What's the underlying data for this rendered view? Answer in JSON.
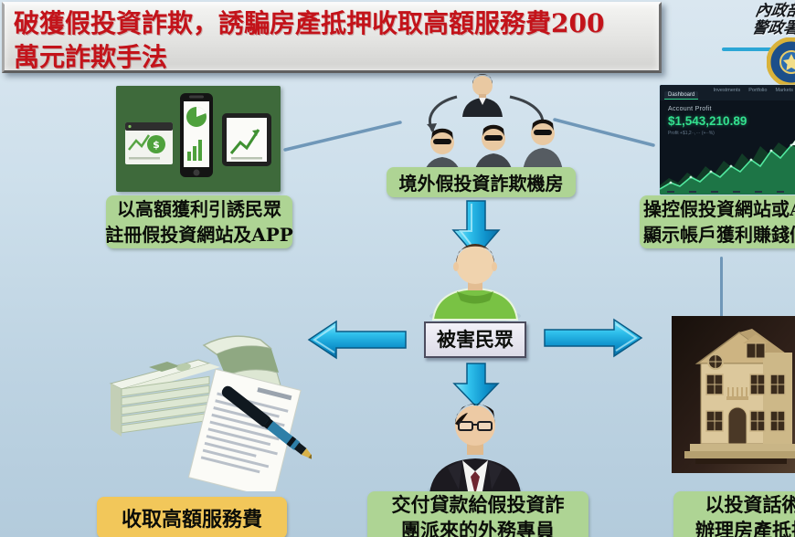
{
  "title": {
    "text": "破獲假投資詐欺，誘騙房產抵押收取高額服務費200萬元詐欺手法"
  },
  "agency": {
    "line1": "內政部",
    "line2": "警政署"
  },
  "labels": {
    "lure_line1": "以高額獲利引誘民眾",
    "lure_line2": "註冊假投資網站及APP",
    "callcenter": "境外假投資詐欺機房",
    "control_line1": "操控假投資網站或APP",
    "control_line2": "顯示帳戶獲利賺錢假象",
    "victim": "被害民眾",
    "service_fee": "收取高額服務費",
    "agent_line1": "交付貸款給假投資詐",
    "agent_line2": "團派來的外務專員",
    "mortgage_line1": "以投資話術慫恿",
    "mortgage_line2": "辦理房產抵押貸款"
  },
  "dashboard": {
    "nav": [
      "Dashboard",
      "Investments",
      "Portfolio",
      "Markets"
    ],
    "account_profit_label": "Account Profit",
    "account_profit_value": "$1,543,210.89",
    "profit_detail": "Profit +$1,2··,··· (+··%)"
  },
  "colors": {
    "arrow_blue": "#1fa8dc",
    "label_green": "#aed494",
    "label_yellow": "#f2c75a",
    "title_red": "#c3131a",
    "profit_green": "#33e08e"
  }
}
